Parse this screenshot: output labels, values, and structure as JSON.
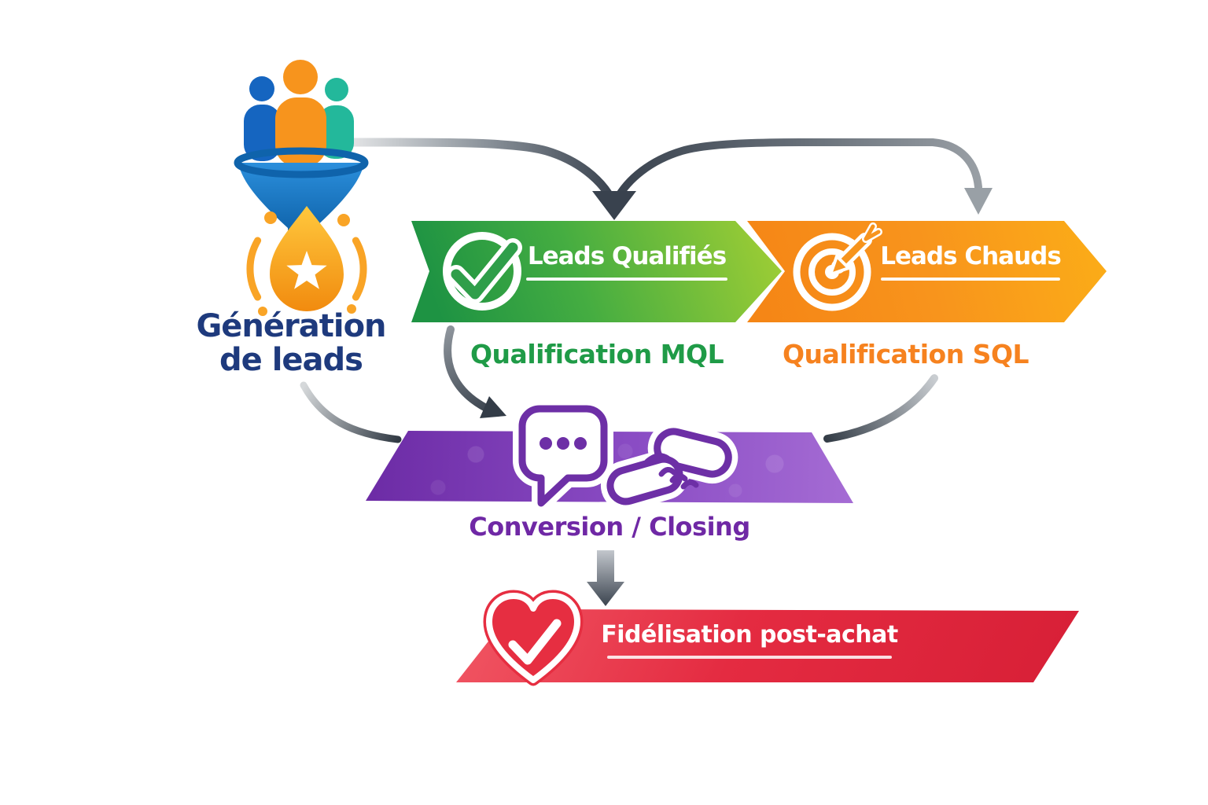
{
  "generation": {
    "line1": "Génération",
    "line2": "de leads"
  },
  "mql": {
    "banner_label": "Leads Qualifiés",
    "caption": "Qualification MQL"
  },
  "sql": {
    "banner_label": "Leads Chauds",
    "caption": "Qualification SQL"
  },
  "conversion": {
    "caption": "Conversion / Closing"
  },
  "fidelisation": {
    "banner_label": "Fidélisation post-achat"
  },
  "icons": {
    "generation_funnel": "funnel-with-people-icon",
    "generation_drop": "star-drop-icon",
    "mql": "check-circle-icon",
    "sql": "target-arrow-icon",
    "conversion_chat": "chat-bubble-icon",
    "conversion_handshake": "handshake-icon",
    "fidelisation": "heart-check-icon"
  },
  "colors": {
    "navy": "#1e3a7d",
    "green_a": "#1e9343",
    "green_b": "#9bcc35",
    "green_text": "#1f9b47",
    "orange_a": "#f58616",
    "orange_b": "#fbab18",
    "orange_text": "#f6821f",
    "purple_a": "#6c2ba5",
    "purple_b": "#a56cd4",
    "purple_text": "#6f28a5",
    "red_a": "#f15764",
    "red_b": "#d71f36",
    "arrow_dark": "#39424e",
    "arrow_light": "#9aa1a8",
    "icon_purple": "#6d2fa6",
    "heart_red": "#e62e41"
  }
}
